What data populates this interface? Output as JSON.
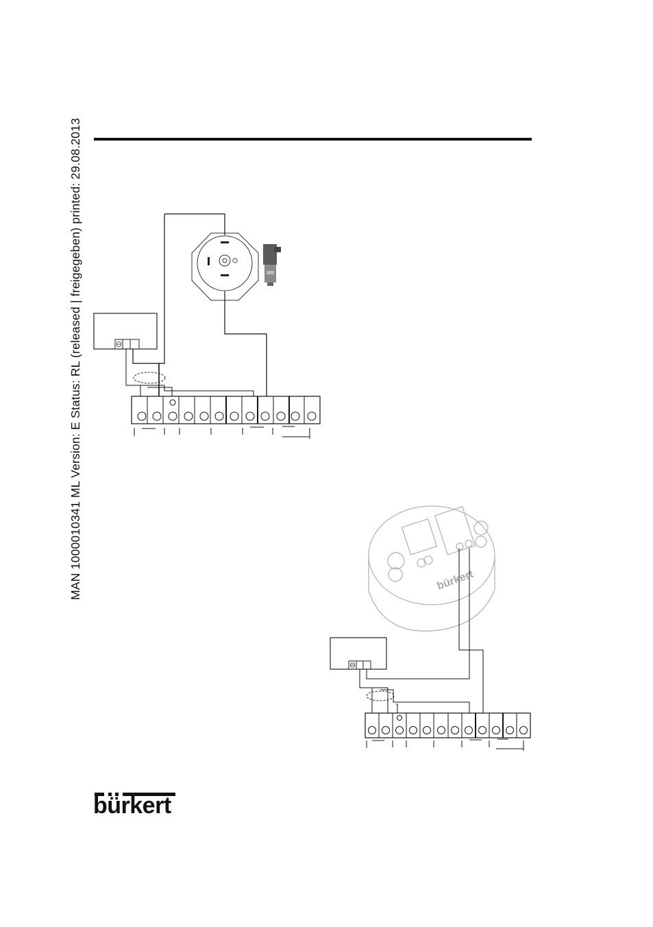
{
  "side_label": "MAN  1000010341  ML  Version: E  Status: RL (released | freigegeben)  printed: 29.08.2013",
  "logo": {
    "text": "bürkert"
  },
  "diagram_top": {
    "terminal_count": 12,
    "power_box": {
      "terminals": [
        "ground",
        "",
        ""
      ]
    }
  },
  "diagram_bottom": {
    "terminal_count": 12,
    "power_box": {
      "terminals": [
        "ground",
        "",
        ""
      ]
    },
    "device_labels": [
      "bürkert"
    ]
  }
}
